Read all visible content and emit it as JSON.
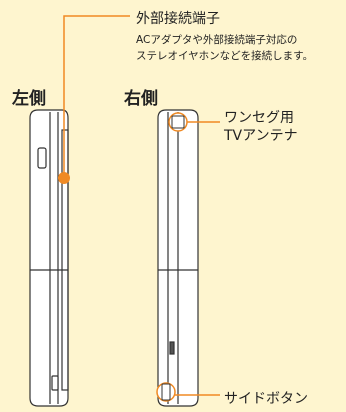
{
  "labels": {
    "external_port_title": "外部接続端子",
    "external_port_desc_line1": "ACアダプタや外部接続端子対応の",
    "external_port_desc_line2": "ステレオイヤホンなどを接続します。",
    "left_side": "左側",
    "right_side": "右側",
    "oneseg_line1": "ワンセグ用",
    "oneseg_line2": "TVアンテナ",
    "side_button": "サイドボタン"
  },
  "colors": {
    "background": "#fef5cf",
    "callout": "#f08a24",
    "outline": "#333333",
    "phone_fill": "#ffffff"
  }
}
